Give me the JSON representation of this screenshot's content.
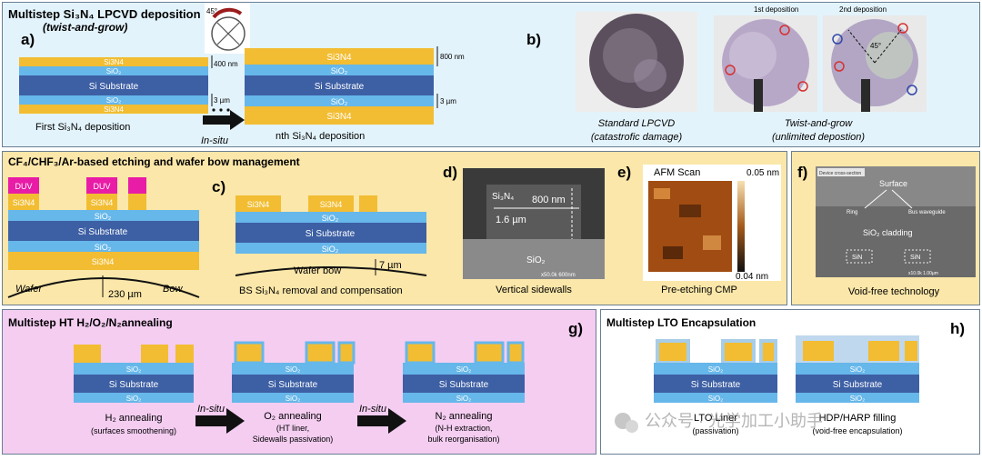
{
  "colors": {
    "si3n4": "#f2bd32",
    "sio2": "#66b7ea",
    "si": "#3d5fa4",
    "duv": "#e81ca6",
    "blue_bg": "#e3f3fb",
    "yellow_bg": "#fbe7a9",
    "pink_bg": "#f4cdf1"
  },
  "p1": {
    "title": "Multistep Si₃N₄ LPCVD deposition",
    "subtitle": "(twist-and-grow)",
    "letter_a": "a)",
    "letter_b": "b)",
    "rotation_label": "45°",
    "layer_si3n4": "Si3N4",
    "layer_sio2": "SiO₂",
    "layer_si": "Si Substrate",
    "dim_400": "400 nm",
    "dim_3um": "3 µm",
    "dim_800": "800 nm",
    "dim_3um_b": "3 µm",
    "first_caption": "First  Si₃N₄  deposition",
    "in_situ": "In-situ",
    "nth_caption": "nth Si₃N₄ deposition",
    "photo1_caption1": "Standard LPCVD",
    "photo1_caption2": "(catastrofic damage)",
    "photo2_label": "1st deposition",
    "photo3_label": "2nd deposition",
    "photo3_angle": "45°",
    "photo23_caption1": "Twist-and-grow",
    "photo23_caption2": "(unlimited depostion)"
  },
  "p2": {
    "title": "CF₄/CHF₃/Ar-based etching and wafer bow management",
    "letter_c": "c)",
    "letter_d": "d)",
    "letter_e": "e)",
    "duv": "DUV",
    "si3n4": "Si3N4",
    "sio2": "SiO₂",
    "si": "Si Substrate",
    "wafer": "Wafer",
    "bow": "Bow",
    "dim_230": "230 µm",
    "wafer_bow": "Wafer bow",
    "dim_7": "7 µm",
    "bs_caption": "BS Si₃N₄ removal and compensation",
    "sem_si3n4": "Si₃N₄",
    "sem_800": "800 nm",
    "sem_16": "1.6 µm",
    "sem_sio2": "SiO₂",
    "sem_footer": "x50.0k  600nm",
    "d_caption": "Vertical sidewalls",
    "afm_title": "AFM Scan",
    "afm_max": "0.05 nm",
    "afm_min": "0.04 nm",
    "e_caption": "Pre-etching CMP"
  },
  "p3": {
    "letter_f": "f)",
    "sem_tag": "Device cross-section",
    "surface": "Surface",
    "ring": "Ring",
    "bus": "Bus waveguide",
    "cladding": "SiO₂ cladding",
    "sin1": "SiN",
    "sin2": "SiN",
    "footer": "x10.0k  1.00µm",
    "caption": "Void-free technology"
  },
  "p4": {
    "title": "Multistep HT H₂/O₂/N₂annealing",
    "letter_g": "g)",
    "sio2": "SiO₂",
    "si": "Si Substrate",
    "h2_title": "H₂ annealing",
    "h2_sub": "(surfaces smoothening)",
    "in_situ": "In-situ",
    "o2_title": "O₂ annealing",
    "o2_sub1": "(HT liner,",
    "o2_sub2": "Sidewalls passivation)",
    "in_situ2": "In-situ",
    "n2_title": "N₂ annealing",
    "n2_sub1": "(N-H extraction,",
    "n2_sub2": "bulk reorganisation)"
  },
  "p5": {
    "title": "Multistep LTO Encapsulation",
    "letter_h": "h)",
    "sio2": "SiO₂",
    "si": "Si Substrate",
    "lto_title": "LTO Liner",
    "lto_sub": "(passivation)",
    "hdp_title": "HDP/HARP filling",
    "hdp_sub": "(void-free encapsulation)",
    "watermark": "公众号 · 光学加工小助手"
  }
}
